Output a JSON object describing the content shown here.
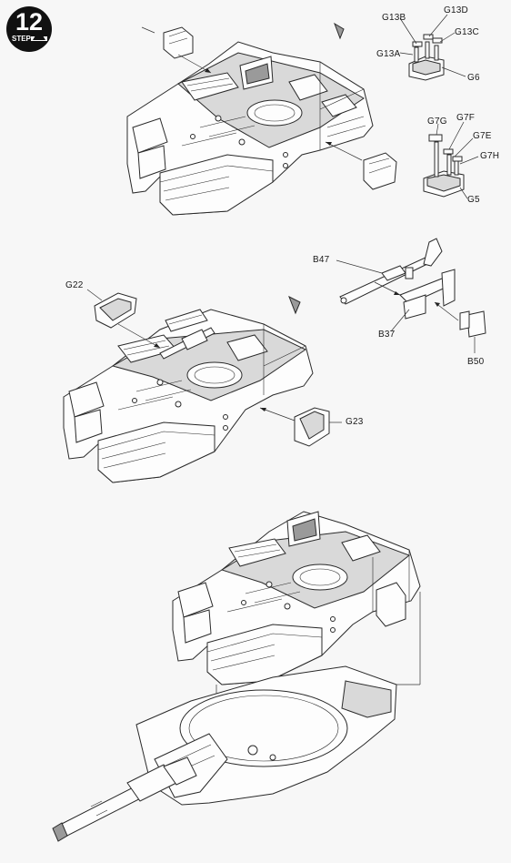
{
  "step": {
    "number": "12",
    "word": "STEP"
  },
  "labels": {
    "g13b": "G13B",
    "g13d": "G13D",
    "g13c": "G13C",
    "g13a": "G13A",
    "g6": "G6",
    "g7g": "G7G",
    "g7f": "G7F",
    "g7e": "G7E",
    "g7h": "G7H",
    "g5": "G5",
    "b47": "B47",
    "g22": "G22",
    "b37": "B37",
    "b50": "B50",
    "g23": "G23"
  },
  "colors": {
    "ink": "#2a2a2a",
    "paper": "#f7f7f7",
    "badge": "#111111"
  }
}
